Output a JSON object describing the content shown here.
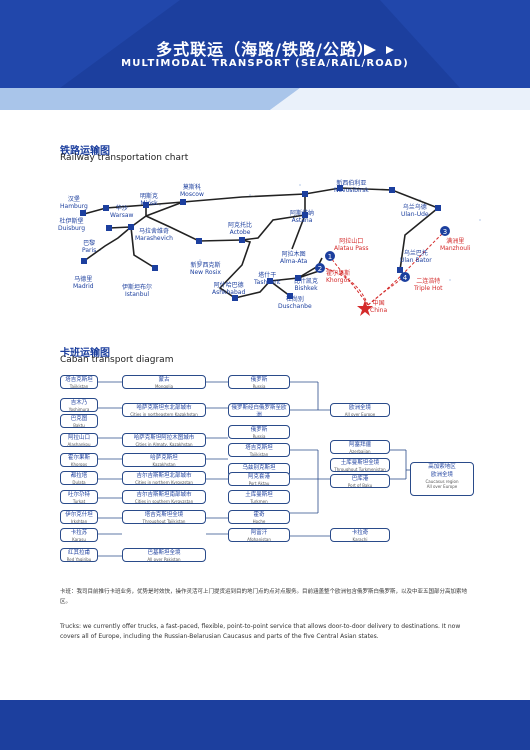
{
  "header": {
    "title_cn": "多式联运（海路/铁路/公路）",
    "title_en": "MULTIMODAL TRANSPORT (SEA/RAIL/ROAD)"
  },
  "railway": {
    "title_cn": "铁路运输图",
    "title_en": "Railway transportation chart",
    "cities": {
      "hamburg": {
        "cn": "汉堡",
        "en": "Hamburg"
      },
      "duisburg": {
        "cn": "杜伊斯堡",
        "en": "Duisburg"
      },
      "warsaw": {
        "cn": "华沙",
        "en": "Warsaw"
      },
      "minsk": {
        "cn": "明斯克",
        "en": "Minsk"
      },
      "moscow": {
        "cn": "莫斯科",
        "en": "Moscow"
      },
      "novosibirsk": {
        "cn": "新西伯利亚",
        "en": "Novosibirsk"
      },
      "ulan_ude": {
        "cn": "乌兰乌德",
        "en": "Ulan-Ude"
      },
      "paris": {
        "cn": "巴黎",
        "en": "Paris"
      },
      "madrid": {
        "cn": "马德里",
        "en": "Madrid"
      },
      "marashevich": {
        "cn": "马拉舍维奇",
        "en": "Marashevich"
      },
      "istanbul": {
        "cn": "伊斯坦布尔",
        "en": "Istanbul"
      },
      "actobe": {
        "cn": "阿克托比",
        "en": "Actobe"
      },
      "astana": {
        "cn": "阿斯塔纳",
        "en": "Astana"
      },
      "new_rosix": {
        "cn": "新罗西克斯",
        "en": "New Rosix"
      },
      "ashkhabad": {
        "cn": "阿什哈巴德",
        "en": "Ashkhabad"
      },
      "tashkent": {
        "cn": "塔什干",
        "en": "Tashkent"
      },
      "alma_ata": {
        "cn": "阿拉木图",
        "en": "Alma-Ata"
      },
      "bishkek": {
        "cn": "比什凯克",
        "en": "Bishkek"
      },
      "duschanbe": {
        "cn": "杜尚别",
        "en": "Duschanbe"
      },
      "alataw_pass": {
        "cn": "阿拉山口",
        "en": "Alatau Pass"
      },
      "khorgos": {
        "cn": "霍尔果斯",
        "en": "Khorgos"
      },
      "china": {
        "cn": "中国",
        "en": "China"
      },
      "manzhouli": {
        "cn": "满洲里",
        "en": "Manzhouli"
      },
      "ulan_bator": {
        "cn": "乌兰巴托",
        "en": "Ulan Bator"
      },
      "triple_hot": {
        "cn": "二连浩特",
        "en": "Triple Hot"
      }
    },
    "badges": [
      "1",
      "2",
      "3",
      "4"
    ]
  },
  "truck": {
    "title_cn": "卡班运输图",
    "title_en": "Caban transport diagram",
    "col1": [
      {
        "cn": "塔吉克斯坦",
        "en": "Tajikistan"
      },
      {
        "cn": "吉木乃",
        "en": "Yoshimura"
      },
      {
        "cn": "巴克图",
        "en": "Baktu"
      },
      {
        "cn": "阿拉山口",
        "en": "Alashankou"
      },
      {
        "cn": "霍尔果斯",
        "en": "Khorgos"
      },
      {
        "cn": "都拉塔",
        "en": "Dulata"
      },
      {
        "cn": "吐尔尕特",
        "en": "Turkat"
      },
      {
        "cn": "伊尔克什坦",
        "en": "Irkshtan"
      },
      {
        "cn": "卡拉苏",
        "en": "Karasu"
      },
      {
        "cn": "红其拉甫",
        "en": "Red Yagiribu"
      }
    ],
    "col2": [
      {
        "cn": "蒙古",
        "en": "Mongolia"
      },
      {
        "cn": "哈萨克斯坦东北部城市",
        "en": "Cities in northeastern Kazakhstan"
      },
      {
        "cn": "哈萨克斯坦阿拉木图城市",
        "en": "Cities in Almaty, Kazakhstan"
      },
      {
        "cn": "哈萨克斯坦",
        "en": "Kazakhstan"
      },
      {
        "cn": "吉尔吉斯斯坦北部城市",
        "en": "Cities in northern Kyrgyzstan"
      },
      {
        "cn": "吉尔吉斯斯坦南部城市",
        "en": "Cities in southern Kyrgyzstan"
      },
      {
        "cn": "塔吉克斯坦全境",
        "en": "Throughout Tajikistan"
      },
      {
        "cn": "巴基斯坦全境",
        "en": "All over Pakistan"
      }
    ],
    "col3": [
      {
        "cn": "俄罗斯",
        "en": "Russia"
      },
      {
        "cn": "俄罗斯经白俄罗斯至欧洲",
        "en": "To Europe via Belarus"
      },
      {
        "cn": "俄罗斯",
        "en": "Russia"
      },
      {
        "cn": "塔吉克斯坦",
        "en": "Tajikistan"
      },
      {
        "cn": "乌兹别克斯坦",
        "en": "Uzbekistan"
      },
      {
        "cn": "阿克套港",
        "en": "Port Aktau"
      },
      {
        "cn": "土库曼斯坦",
        "en": "Turkmen"
      },
      {
        "cn": "霍奇",
        "en": "Hoche"
      },
      {
        "cn": "阿富汗",
        "en": "Afghanistan"
      }
    ],
    "col4": [
      {
        "cn": "欧洲全境",
        "en": "All over Europe"
      },
      {
        "cn": "阿塞拜疆",
        "en": "Azerbaijan"
      },
      {
        "cn": "土库曼斯坦全境",
        "en": "Throughout Turkmenistan"
      },
      {
        "cn": "巴库港",
        "en": "Port of Baku"
      },
      {
        "cn": "卡拉奇",
        "en": "Karachi"
      }
    ],
    "col5": {
      "cn1": "高加索地区",
      "cn2": "欧洲全境",
      "en1": "Caucasus region",
      "en2": "All over Europe"
    }
  },
  "notes": {
    "cn": "卡班：我司目前推行卡班业务，优势是时效快，操作灵活可上门提货运到目的地门点的点对点服务。目前涵盖整个欧洲包含俄罗斯白俄罗斯，以及中亚五国部分高加索地区。",
    "en": "Trucks: we currently offer trucks, a fast-paced, flexible, point-to-point service that allows door-to-door delivery to destinations. It now covers all of Europe, including the Russian-Belarusian Caucasus and parts of the five Central Asian states."
  },
  "colors": {
    "brand": "#1c3f9e",
    "accent_red": "#d42a2a",
    "line_dark": "#222222",
    "light_band": "#dfe9f6"
  }
}
